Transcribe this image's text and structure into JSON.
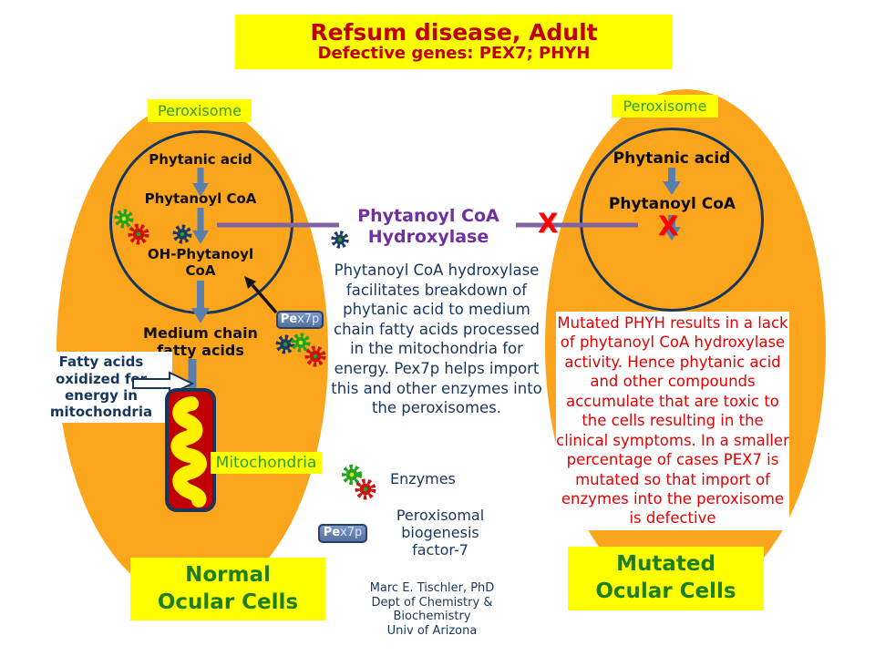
{
  "title": {
    "line1": "Refsum disease, Adult",
    "line2": "Defective genes: PEX7; PHYH"
  },
  "normal_cell": {
    "peroxisome_label": "Peroxisome",
    "steps": {
      "phytanic_acid": "Phytanic acid",
      "phytanoyl_coa": "Phytanoyl CoA",
      "oh_phytanoyl_coa": "OH-Phytanoyl CoA"
    },
    "medium_chain": "Medium chain fatty acids",
    "fatty_note": "Fatty acids oxidized for energy in mitochondria",
    "mitochondria_label": "Mitochondria",
    "caption": {
      "line1": "Normal",
      "line2": "Ocular Cells"
    }
  },
  "mutated_cell": {
    "peroxisome_label": "Peroxisome",
    "steps": {
      "phytanic_acid": "Phytanic acid",
      "phytanoyl_coa": "Phytanoyl CoA"
    },
    "x_mark": "X",
    "description": "Mutated PHYH results in a lack of phytanoyl CoA hydroxylase activity. Hence phytanic acid and other compounds accumulate that are toxic to the cells resulting in the clinical symptoms.  In a smaller percentage of cases PEX7 is mutated so that import of enzymes into the peroxisome is defective",
    "caption": {
      "line1": "Mutated",
      "line2": "Ocular Cells"
    }
  },
  "center": {
    "enzyme_name": "Phytanoyl CoA Hydroxylase",
    "description": "Phytanoyl CoA hydroxylase facilitates breakdown of phytanic acid to medium chain fatty acids processed in the mitochondria for energy. Pex7p helps import this and other enzymes into the peroxisomes.",
    "legend": {
      "enzymes_label": "Enzymes",
      "pex7p_badge": {
        "bold_part": "Pe",
        "light_part": "x7p"
      },
      "biogenesis_label": "Peroxisomal biogenesis factor-7"
    },
    "attribution": {
      "line1": "Marc E. Tischler, PhD",
      "line2": "Dept of Chemistry &",
      "line3": "Biochemistry",
      "line4": "Univ of Arizona"
    }
  },
  "colors": {
    "cell_orange": "#FBA51C",
    "label_yellow": "#FFFF00",
    "title_red": "#C00000",
    "green_text": "#2E9E2E",
    "caption_green": "#1E7E1E",
    "navy_text": "#17365D",
    "purple_heading": "#7030A0",
    "purple_line": "#8064A2",
    "red_text": "#E60000",
    "x_red": "#FF0000",
    "arrow_steel": "#5B7FAD",
    "mitochondria_red": "#C00000",
    "mitochondria_yellow": "#FFF200",
    "gear_green": "#1FA41F",
    "gear_red": "#CC1111",
    "gear_navy": "#1F3864",
    "pex_badge_blue": "#53709F"
  }
}
